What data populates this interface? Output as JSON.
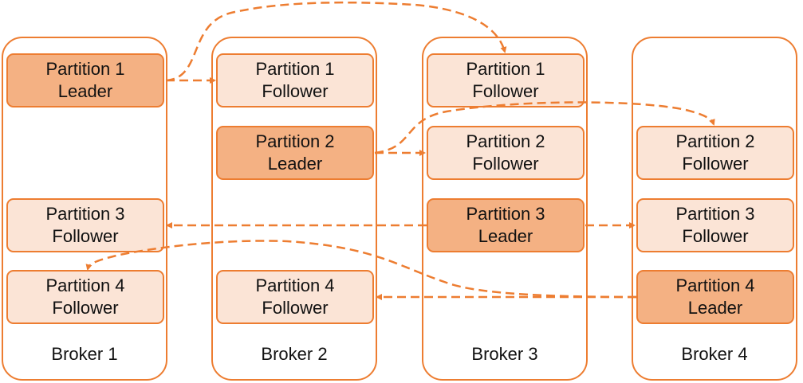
{
  "brokers": [
    {
      "label": "Broker 1",
      "partitions": [
        {
          "row": 0,
          "line1": "Partition 1",
          "line2": "Leader",
          "role": "leader"
        },
        {
          "row": 2,
          "line1": "Partition 3",
          "line2": "Follower",
          "role": "follower"
        },
        {
          "row": 3,
          "line1": "Partition 4",
          "line2": "Follower",
          "role": "follower"
        }
      ]
    },
    {
      "label": "Broker 2",
      "partitions": [
        {
          "row": 0,
          "line1": "Partition 1",
          "line2": "Follower",
          "role": "follower"
        },
        {
          "row": 1,
          "line1": "Partition 2",
          "line2": "Leader",
          "role": "leader"
        },
        {
          "row": 3,
          "line1": "Partition 4",
          "line2": "Follower",
          "role": "follower"
        }
      ]
    },
    {
      "label": "Broker 3",
      "partitions": [
        {
          "row": 0,
          "line1": "Partition 1",
          "line2": "Follower",
          "role": "follower"
        },
        {
          "row": 1,
          "line1": "Partition 2",
          "line2": "Follower",
          "role": "follower"
        },
        {
          "row": 2,
          "line1": "Partition 3",
          "line2": "Leader",
          "role": "leader"
        }
      ]
    },
    {
      "label": "Broker 4",
      "partitions": [
        {
          "row": 1,
          "line1": "Partition 2",
          "line2": "Follower",
          "role": "follower"
        },
        {
          "row": 2,
          "line1": "Partition 3",
          "line2": "Follower",
          "role": "follower"
        },
        {
          "row": 3,
          "line1": "Partition 4",
          "line2": "Leader",
          "role": "leader"
        }
      ]
    }
  ],
  "colors": {
    "accent": "#ED7D31",
    "leader_fill": "#F4B183",
    "follower_fill": "#FBE4D6"
  },
  "replication": [
    {
      "partition": "Partition 1",
      "from_broker": 1,
      "to_brokers": [
        2,
        3
      ]
    },
    {
      "partition": "Partition 2",
      "from_broker": 2,
      "to_brokers": [
        3,
        4
      ]
    },
    {
      "partition": "Partition 3",
      "from_broker": 3,
      "to_brokers": [
        1,
        4
      ]
    },
    {
      "partition": "Partition 4",
      "from_broker": 4,
      "to_brokers": [
        2,
        1
      ]
    }
  ]
}
